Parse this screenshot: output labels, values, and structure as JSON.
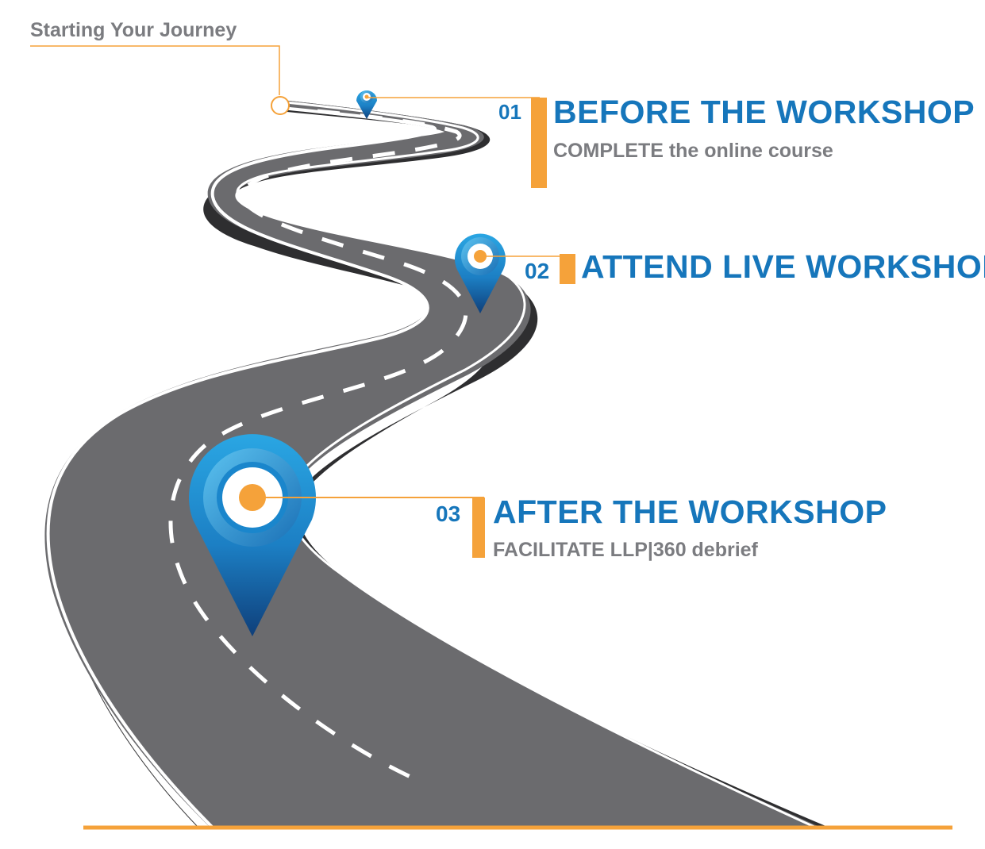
{
  "start_label": "Starting Your Journey",
  "milestones": [
    {
      "number": "01",
      "title": "BEFORE THE WORKSHOP",
      "subtitle": "COMPLETE the online course"
    },
    {
      "number": "02",
      "title": "ATTEND LIVE WORKSHOP",
      "subtitle": ""
    },
    {
      "number": "03",
      "title": "AFTER THE WORKSHOP",
      "subtitle": "FACILITATE LLP|360 debrief"
    }
  ],
  "colors": {
    "accent": "#f5a23a",
    "title_blue": "#1676bb",
    "pin_light": "#29a3e0",
    "pin_dark": "#12508f",
    "road": "#6b6b6e",
    "road_edge": "#3c3c3e",
    "text_gray": "#7b7c80"
  },
  "icons": [
    "start-circle-icon",
    "map-pin-icon"
  ]
}
